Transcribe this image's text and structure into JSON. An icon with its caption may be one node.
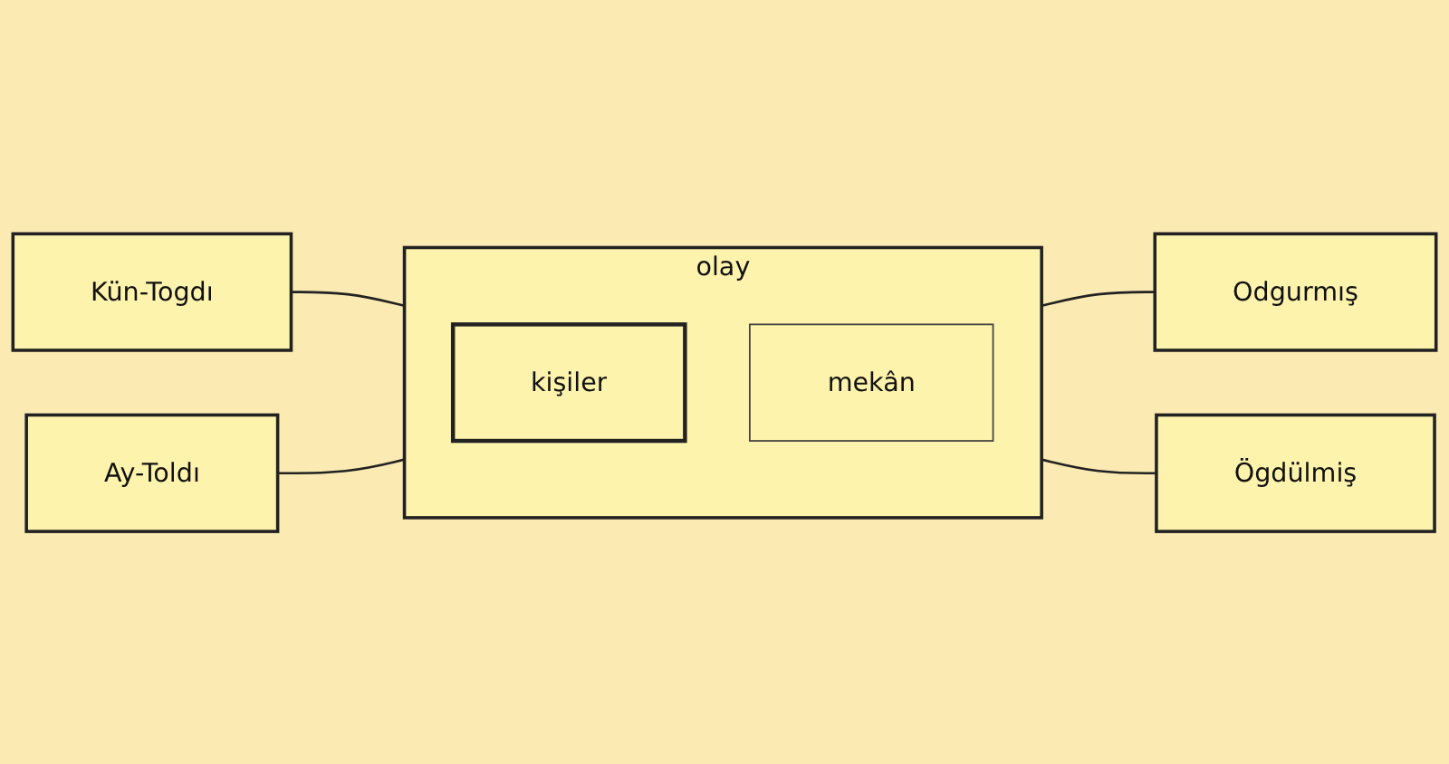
{
  "diagram": {
    "nodes": [
      {
        "text": [
          "Kün-Togdı"
        ]
      },
      {
        "text": [
          "Odgurmış"
        ]
      },
      {
        "text": [
          "olay"
        ]
      },
      {
        "text": [
          "kişiler"
        ],
        "in": 2
      },
      {
        "text": [
          "mekân"
        ],
        "in": 2
      },
      {
        "text": [
          "Ay-Toldı"
        ]
      },
      {
        "text": [
          "Ögdülmiş"
        ]
      }
    ],
    "edges": [
      {
        "from": 0,
        "to": 2,
        "arrow": "none"
      },
      {
        "from": 2,
        "to": 1,
        "arrow": "none"
      },
      {
        "from": 5,
        "to": 2,
        "arrow": "none"
      },
      {
        "from": 2,
        "to": 6,
        "arrow": "none"
      }
    ]
  }
}
